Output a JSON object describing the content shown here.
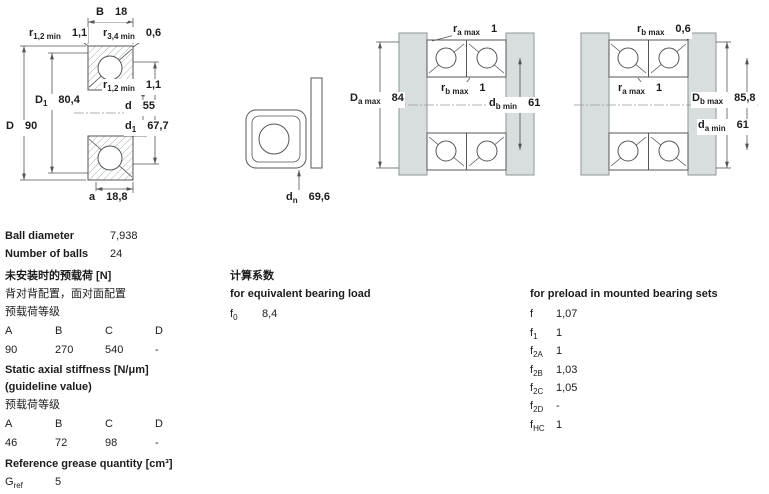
{
  "colors": {
    "line": "#555555",
    "housing_fill": "#d8dddd"
  },
  "drawings": {
    "left": {
      "B": {
        "base": "B",
        "sub": "",
        "value": "18"
      },
      "r12_top": {
        "base": "r",
        "sub": "1,2 min",
        "value": "1,1"
      },
      "r34_top": {
        "base": "r",
        "sub": "3,4 min",
        "value": "0,6"
      },
      "r12_mid": {
        "base": "r",
        "sub": "1,2 min",
        "value": "1,1"
      },
      "D1": {
        "base": "D",
        "sub": "1",
        "value": "80,4"
      },
      "d": {
        "base": "d",
        "sub": "",
        "value": "55"
      },
      "D": {
        "base": "D",
        "sub": "",
        "value": "90"
      },
      "d1": {
        "base": "d",
        "sub": "1",
        "value": "67,7"
      },
      "a": {
        "base": "a",
        "sub": "",
        "value": "18,8"
      }
    },
    "middle": {
      "dn": {
        "base": "d",
        "sub": "n",
        "value": "69,6"
      }
    },
    "pair1": {
      "ra_top": {
        "base": "r",
        "sub": "a max",
        "value": "1"
      },
      "Da": {
        "base": "D",
        "sub": "a max",
        "value": "84"
      },
      "rb_mid": {
        "base": "r",
        "sub": "b max",
        "value": "1"
      },
      "db": {
        "base": "d",
        "sub": "b min",
        "value": "61"
      }
    },
    "pair2": {
      "rb_top": {
        "base": "r",
        "sub": "b max",
        "value": "0,6"
      },
      "ra_mid": {
        "base": "r",
        "sub": "a max",
        "value": "1"
      },
      "Db": {
        "base": "D",
        "sub": "b max",
        "value": "85,8"
      },
      "da": {
        "base": "d",
        "sub": "a min",
        "value": "61"
      }
    }
  },
  "specs": {
    "ball_diameter_label": "Ball diameter",
    "ball_diameter_value": "7,938",
    "num_balls_label": "Number of balls",
    "num_balls_value": "24",
    "preload_header": "未安装时的预载荷 [N]",
    "preload_sub1": "背对背配置，面对面配置",
    "preload_sub2": "预载荷等级",
    "preload_cols": [
      "A",
      "B",
      "C",
      "D"
    ],
    "preload_values": [
      "90",
      "270",
      "540",
      "-"
    ],
    "stiffness_header": "Static axial stiffness [N/μm]",
    "stiffness_sub1": "(guideline value)",
    "stiffness_sub2": "预载荷等级",
    "stiffness_cols": [
      "A",
      "B",
      "C",
      "D"
    ],
    "stiffness_values": [
      "46",
      "72",
      "98",
      "-"
    ],
    "grease_header": "Reference grease quantity [cm³]",
    "grease": {
      "base": "G",
      "sub": "ref",
      "value": "5"
    }
  },
  "factors": {
    "header_cn": "计算系数",
    "equiv_header": "for equivalent bearing load",
    "f0": {
      "base": "f",
      "sub": "0",
      "value": "8,4"
    },
    "preload_header": "for preload in mounted bearing sets",
    "rows": [
      {
        "base": "f",
        "sub": "",
        "value": "1,07"
      },
      {
        "base": "f",
        "sub": "1",
        "value": "1"
      },
      {
        "base": "f",
        "sub": "2A",
        "value": "1"
      },
      {
        "base": "f",
        "sub": "2B",
        "value": "1,03"
      },
      {
        "base": "f",
        "sub": "2C",
        "value": "1,05"
      },
      {
        "base": "f",
        "sub": "2D",
        "value": "-"
      },
      {
        "base": "f",
        "sub": "HC",
        "value": "1"
      }
    ]
  }
}
